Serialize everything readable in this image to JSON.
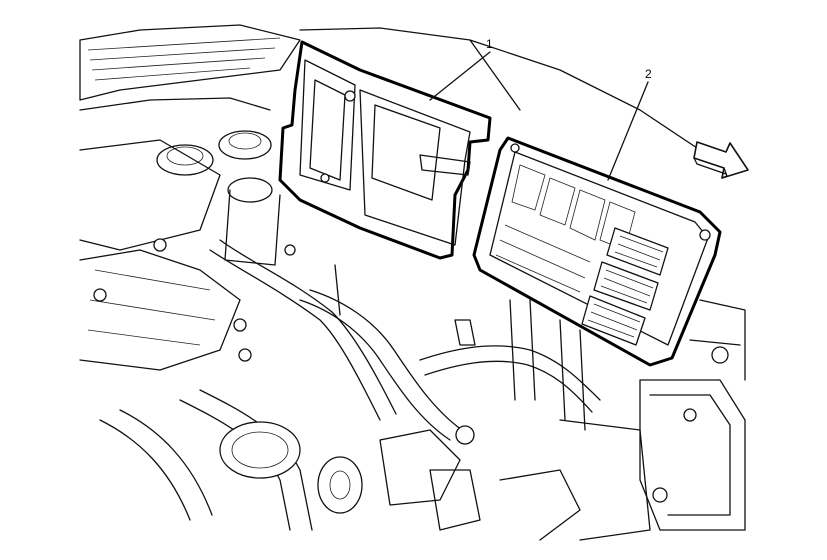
{
  "callouts": [
    {
      "id": "1",
      "label": "1"
    },
    {
      "id": "2",
      "label": "2"
    }
  ],
  "icons": {
    "direction_arrow": "forward-arrow-icon"
  }
}
